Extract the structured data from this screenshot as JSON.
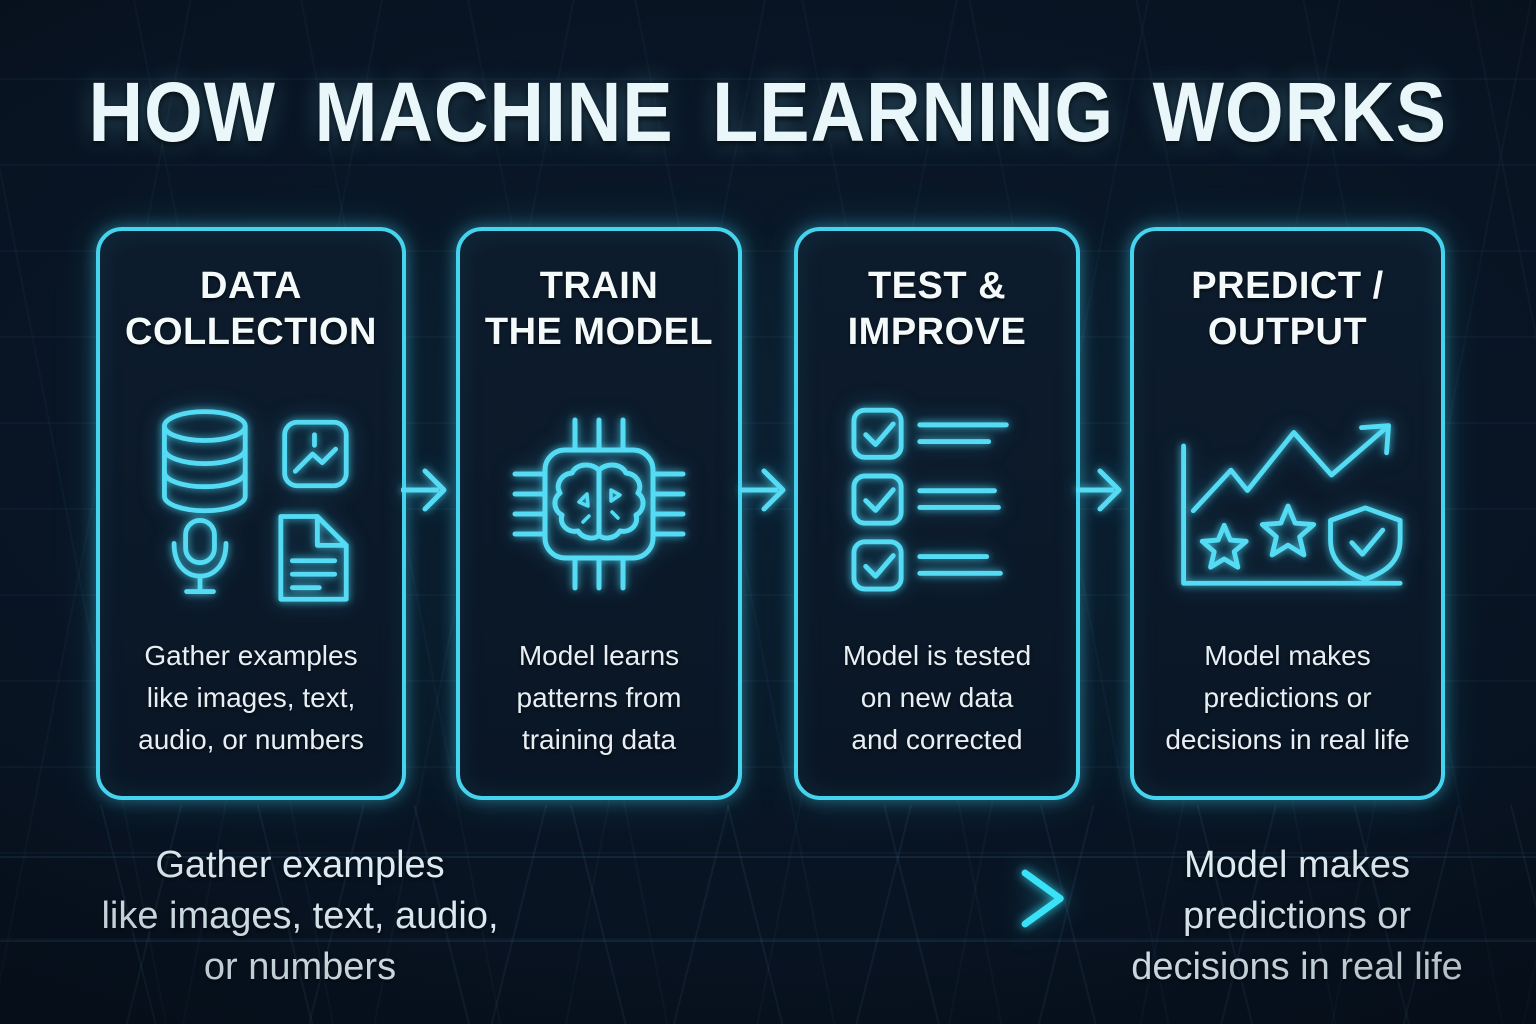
{
  "title": "HOW MACHINE LEARNING WORKS",
  "colors": {
    "background": "#081321",
    "card_background": "#0c1a29",
    "card_border": "#46d3ee",
    "icon_stroke": "#55dcf4",
    "heading_text": "#f4f9fa",
    "body_text": "#e7eff5",
    "footer_text": "#dcebf2",
    "flow_arrow": "#3ae2f7"
  },
  "steps": [
    {
      "title_lines": [
        "DATA",
        "COLLECTION"
      ],
      "description_lines": [
        "Gather examples",
        "like images, text,",
        "audio, or numbers"
      ],
      "icons": [
        "database-icon",
        "image-icon",
        "microphone-icon",
        "document-icon"
      ]
    },
    {
      "title_lines": [
        "TRAIN",
        "THE MODEL"
      ],
      "description_lines": [
        "Model learns",
        "patterns from",
        "training data"
      ],
      "icons": [
        "chip-brain-icon"
      ]
    },
    {
      "title_lines": [
        "TEST &",
        "IMPROVE"
      ],
      "description_lines": [
        "Model is tested",
        "on new data",
        "and corrected"
      ],
      "icons": [
        "checklist-icon"
      ]
    },
    {
      "title_lines": [
        "PREDICT /",
        "OUTPUT"
      ],
      "description_lines": [
        "Model makes",
        "predictions or",
        "decisions in real life"
      ],
      "icons": [
        "growth-chart-arrow-icon",
        "star-icon",
        "star-icon",
        "shield-check-icon"
      ]
    }
  ],
  "connectors": {
    "between_cards_icon": "arrow-right-icon",
    "between_cards_count": 3,
    "flow_arrow_icon": "flow-arrow-icon"
  },
  "footer": {
    "left_lines": [
      "Gather examples",
      "like images, text, audio,",
      "or numbers"
    ],
    "right_lines": [
      "Model makes",
      "predictions or",
      "decisions in real life"
    ]
  }
}
